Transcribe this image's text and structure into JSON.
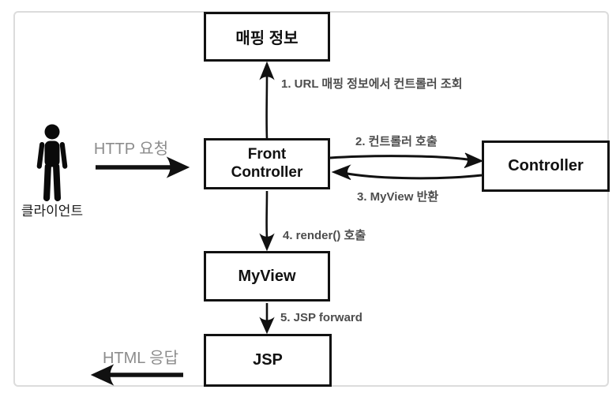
{
  "diagram": {
    "title_context": "Front Controller MVC flow diagram",
    "boxes": {
      "mapping": "매핑 정보",
      "front_controller": "Front Controller",
      "controller": "Controller",
      "myview": "MyView",
      "jsp": "JSP"
    },
    "steps": {
      "step1": "1. URL 매핑 정보에서 컨트롤러 조회",
      "step2": "2. 컨트롤러 호출",
      "step3": "3. MyView 반환",
      "step4": "4. render() 호출",
      "step5": "5. JSP forward"
    },
    "labels": {
      "http_request": "HTTP 요청",
      "html_response": "HTML 응답",
      "client": "클라이언트"
    },
    "colors": {
      "box_border": "#111111",
      "box_text": "#111111",
      "step_text": "#4d4d4d",
      "flow_label_text": "#8c8c8c",
      "arrow": "#111111",
      "panel_border": "#dcdcdc",
      "background": "#ffffff"
    }
  }
}
